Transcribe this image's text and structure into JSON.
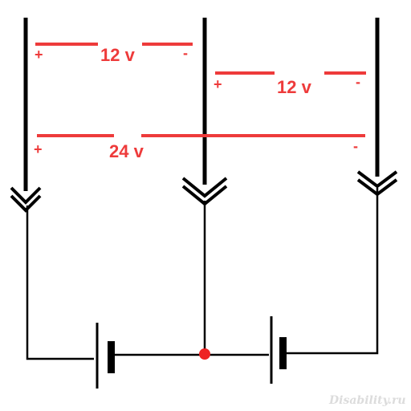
{
  "labels": {
    "top_left_voltage": "12 v",
    "top_right_voltage": "12 v",
    "total_voltage": "24 v",
    "plus_sign": "+",
    "minus_sign": "-"
  },
  "watermark": "Disability.ru",
  "colors": {
    "wire": "#000000",
    "measurement": "#ee3b3b",
    "junction": "#ee2222",
    "watermark": "#e6e6e6",
    "background": "#ffffff"
  }
}
